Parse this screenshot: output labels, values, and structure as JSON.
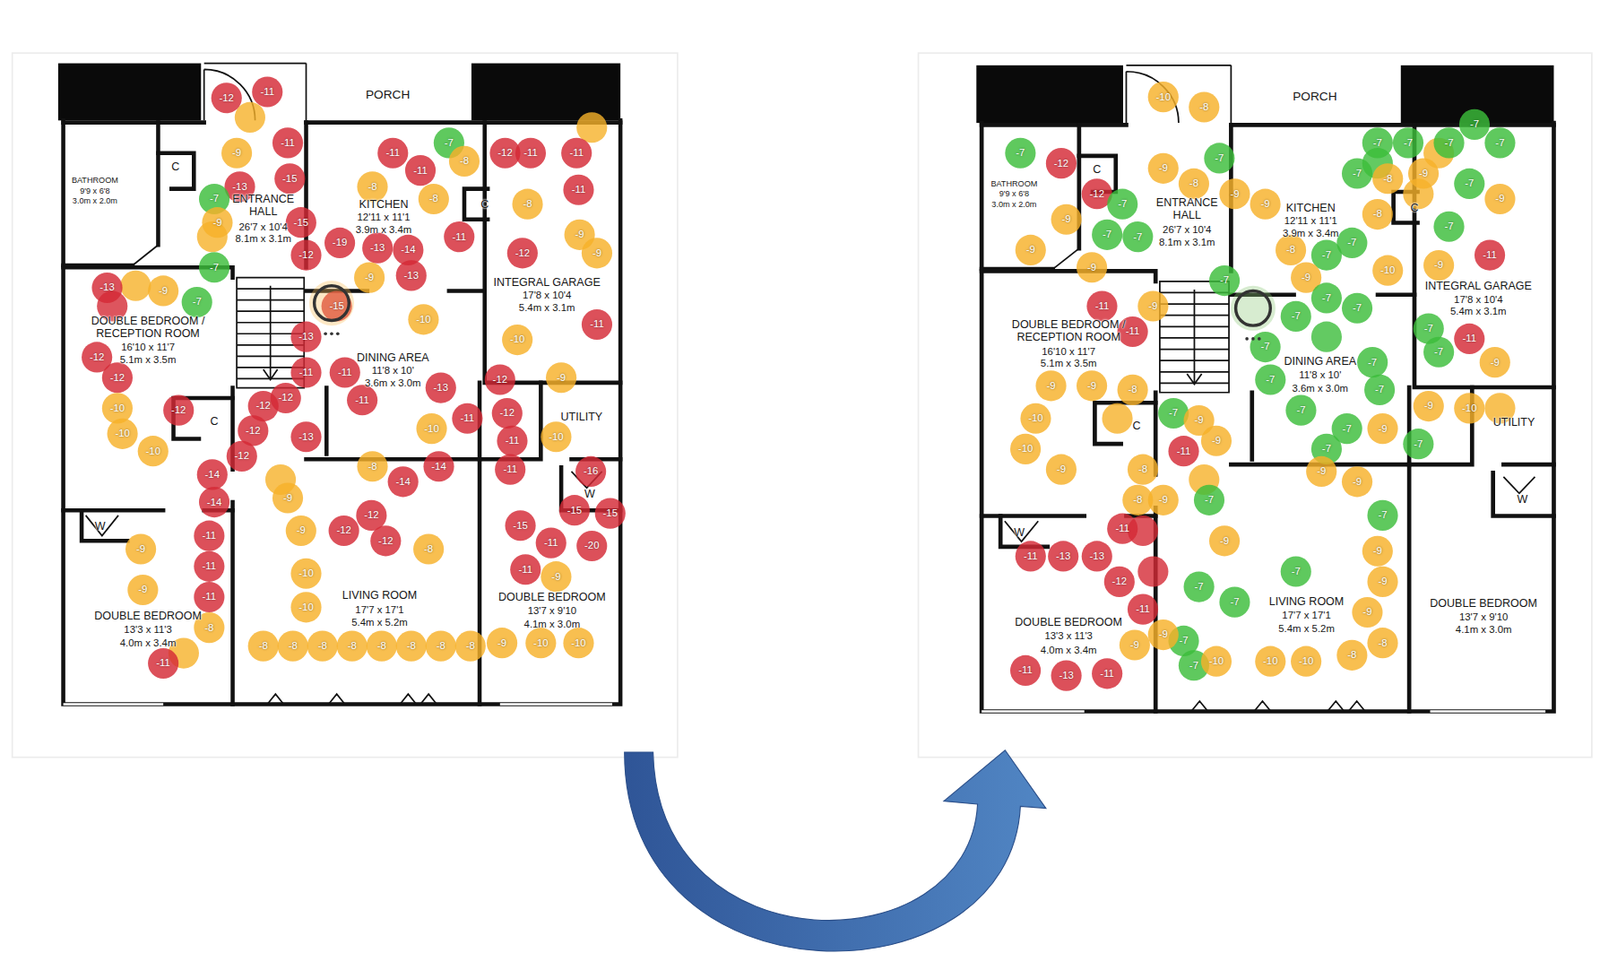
{
  "diagram": {
    "labels": [
      "PORCH",
      "BATHROOM",
      "9'9 x 6'8",
      "3.0m x 2.0m",
      "C",
      "ENTRANCE HALL",
      "26'7 x 10'4",
      "8.1m x 3.1m",
      "KITCHEN",
      "12'11 x 11'1",
      "3.9m x 3.4m",
      "C",
      "INTEGRAL GARAGE",
      "17'8 x 10'4",
      "5.4m x 3.1m",
      "DOUBLE BEDROOM / RECEPTION ROOM",
      "16'10 x 11'7",
      "5.1m x 3.5m",
      "DINING AREA",
      "11'8 x 10'",
      "3.6m x 3.0m",
      "UTILITY",
      "C",
      "W",
      "W",
      "DOUBLE BEDROOM",
      "13'3 x 11'3",
      "4.0m x 3.4m",
      "LIVING ROOM",
      "17'7 x 17'1",
      "5.4m x 5.2m",
      "DOUBLE BEDROOM",
      "13'7 x 9'10",
      "4.1m x 3.0m",
      "-12",
      "-11",
      "-9",
      "-11",
      "-15",
      "-13",
      "-15",
      "-7",
      "-9",
      "-7",
      "-7",
      "-12",
      "-11",
      "-11",
      "-7",
      "-8",
      "-12",
      "-11",
      "-11",
      "-11",
      "-8",
      "-9",
      "-12",
      "-9",
      "-11",
      "-10",
      "-9",
      "-12",
      "-10",
      "-12",
      "-11",
      "-11",
      "-11",
      "-16",
      "-15",
      "-15",
      "-15",
      "-11",
      "-20",
      "-11",
      "-9",
      "-8",
      "-8",
      "-19",
      "-13",
      "-14",
      "-11",
      "-13",
      "-9",
      "-15",
      "-13",
      "-11",
      "-11",
      "-11",
      "-13",
      "-10",
      "-10",
      "-14",
      "-14",
      "-8",
      "-13",
      "-12",
      "-12",
      "-12",
      "-12",
      "-14",
      "-14",
      "-11",
      "-11",
      "-11",
      "-8",
      "-11",
      "-9",
      "-9",
      "-9",
      "-9",
      "-10",
      "-10",
      "-12",
      "-12",
      "-12",
      "-8",
      "-8",
      "-8",
      "-8",
      "-8",
      "-8",
      "-8",
      "-8",
      "-8",
      "-9",
      "-10",
      "-10",
      "-13",
      "-9",
      "-12",
      "-12",
      "-10",
      "-10",
      "-10",
      "-12",
      "PORCH",
      "BATHROOM",
      "9'9 x 6'8",
      "3.0m x 2.0m",
      "C",
      "ENTRANCE HALL",
      "26'7 x 10'4",
      "8.1m x 3.1m",
      "KITCHEN",
      "12'11 x 11'1",
      "3.9m x 3.4m",
      "C",
      "INTEGRAL GARAGE",
      "17'8 x 10'4",
      "5.4m x 3.1m",
      "DOUBLE BEDROOM / RECEPTION ROOM",
      "16'10 x 11'7",
      "5.1m x 3.5m",
      "DINING AREA",
      "11'8 x 10'",
      "3.6m x 3.0m",
      "UTILITY",
      "C",
      "W",
      "W",
      "DOUBLE BEDROOM",
      "13'3 x 11'3",
      "4.0m x 3.4m",
      "LIVING ROOM",
      "17'7 x 17'1",
      "5.4m x 5.2m",
      "DOUBLE BEDROOM",
      "13'7 x 9'10",
      "4.1m x 3.0m",
      "-10",
      "-8",
      "-7",
      "-12",
      "-12",
      "-9",
      "-9",
      "-7",
      "-7",
      "-7",
      "-8",
      "-9",
      "-7",
      "-9",
      "-9",
      "-7",
      "-9",
      "-8",
      "-7",
      "-7",
      "-9",
      "-7",
      "-7",
      "-7",
      "-7",
      "-7",
      "-7",
      "-8",
      "-9",
      "-7",
      "-9",
      "-8",
      "-7",
      "-11",
      "-9",
      "-10",
      "-7",
      "-7",
      "-7",
      "-7",
      "-11",
      "-7",
      "-9",
      "-7",
      "-7",
      "-7",
      "-7",
      "-7",
      "-7",
      "-7",
      "-7",
      "-9",
      "-9",
      "-10",
      "-9",
      "-11",
      "-11",
      "-9",
      "-9",
      "-8",
      "-10",
      "-10",
      "-9",
      "-7",
      "-9",
      "-11",
      "-8",
      "-9",
      "-11",
      "-13",
      "-13",
      "-12",
      "-11",
      "-11",
      "-11",
      "-13",
      "-11",
      "-9",
      "-9",
      "-8",
      "-7",
      "-9",
      "-7",
      "-7",
      "-7",
      "-7",
      "-7",
      "-9",
      "-10",
      "-10",
      "-10",
      "-8",
      "-8",
      "-9",
      "-9",
      "-7",
      "-9",
      "-9",
      "-9"
    ]
  }
}
